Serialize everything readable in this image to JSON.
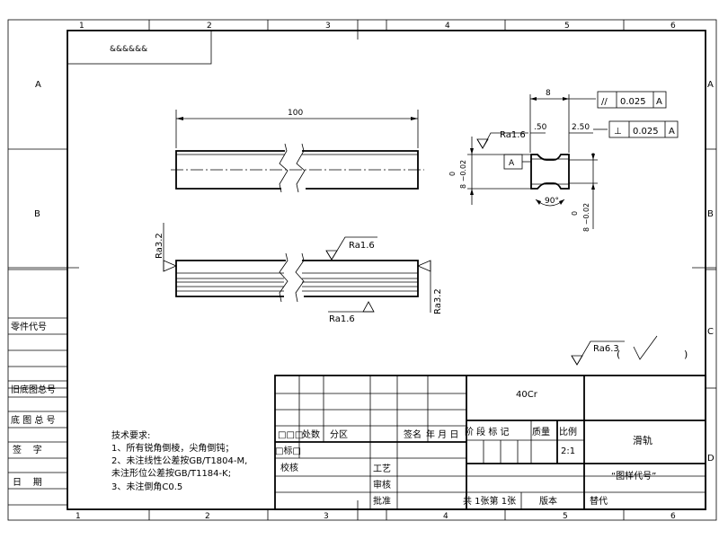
{
  "frame": {
    "column_labels": [
      "1",
      "2",
      "3",
      "4",
      "5",
      "6"
    ],
    "row_labels": [
      "A",
      "B",
      "C",
      "D"
    ]
  },
  "code_box": "&&&&&&",
  "dimensions": {
    "overall_length": "100",
    "outer_diameter_upper": "0",
    "outer_diameter_lower": "8 −0.02",
    "groove_width": "8",
    "groove_width_small": ".50",
    "groove_depth": "2.50",
    "groove_diameter_upper": "0",
    "groove_diameter_lower": "8 −0.02",
    "groove_angle": "90°"
  },
  "tolerances": {
    "parallelism": {
      "symbol": "//",
      "value": "0.025",
      "datum": "A"
    },
    "perpendicularity": {
      "symbol": "⊥",
      "value": "0.025",
      "datum": "A"
    },
    "datum_label": "A"
  },
  "roughness": {
    "groove": "Ra1.6",
    "top": "Ra1.6",
    "bottom": "Ra1.6",
    "left_end": "Ra3.2",
    "right_end": "Ra3.2",
    "general": "Ra6.3",
    "general_paren_open": "(",
    "general_paren_close": ")"
  },
  "technical_requirements": {
    "title": "技术要求:",
    "items": [
      "1、所有锐角倒棱，尖角倒钝；",
      "2、未注线性公差按GB/T1804-M,",
      "未注形位公差按GB/T1184-K;",
      "3、未注倒角C0.5"
    ]
  },
  "side_labels": {
    "part_code": "零件代号",
    "old_drawing_total": "旧底图总号",
    "drawing_number": "底 图 总 号",
    "signature": "签    字",
    "date": "日    期"
  },
  "title_block": {
    "material": "40Cr",
    "part_name": "滑轨",
    "drawing_code": "“图样代号”",
    "scale": "2:1",
    "headers": {
      "marks": "□□□",
      "count": "处数",
      "zone": "分区",
      "sign_date": "签名",
      "year_month_day": "年 月 日",
      "stage_marks": "阶 段 标 记",
      "mass": "质量",
      "scale_label": "比例",
      "revision": "□标□",
      "proofread": "校核",
      "process": "工艺",
      "review": "审核",
      "approve": "批准",
      "sheets": "共 1张第 1张",
      "version": "版本",
      "replaces": "替代"
    }
  }
}
